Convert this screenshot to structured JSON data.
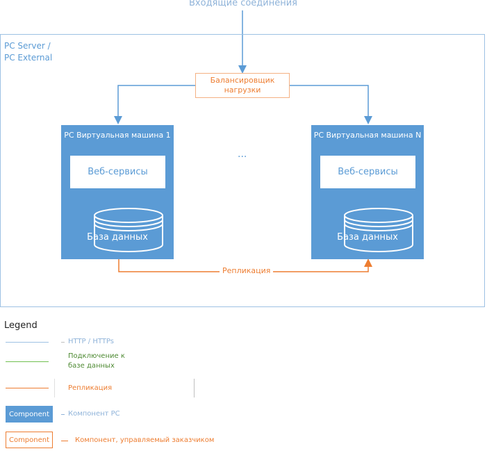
{
  "incoming": "Входящие соединения",
  "server": {
    "title_line1": "PC Server /",
    "title_line2": "PC External"
  },
  "balancer": {
    "line1": "Балансировщик",
    "line2": "нагрузки"
  },
  "vm1": {
    "title": "PC Виртуальная машина 1",
    "web": "Веб-сервисы",
    "db": "База данных"
  },
  "vmn": {
    "title": "PC Виртуальная машина N",
    "web": "Веб-сервисы",
    "db": "База данных"
  },
  "dots": "...",
  "replication": "Репликация",
  "legend": {
    "title": "Legend",
    "http": "HTTP / HTTPs",
    "db_line1": "Подключение к",
    "db_line2": "базе данных",
    "repl": "Репликация",
    "component_box": "Component",
    "component": "Компонент PC",
    "customer_box": "Component",
    "customer": "Компонент, управляемый заказчиком"
  },
  "colors": {
    "pc_blue": "#5b9bd5",
    "http_line": "#6fa8dc",
    "db_line": "#70c050",
    "replication": "#ed7d31"
  }
}
